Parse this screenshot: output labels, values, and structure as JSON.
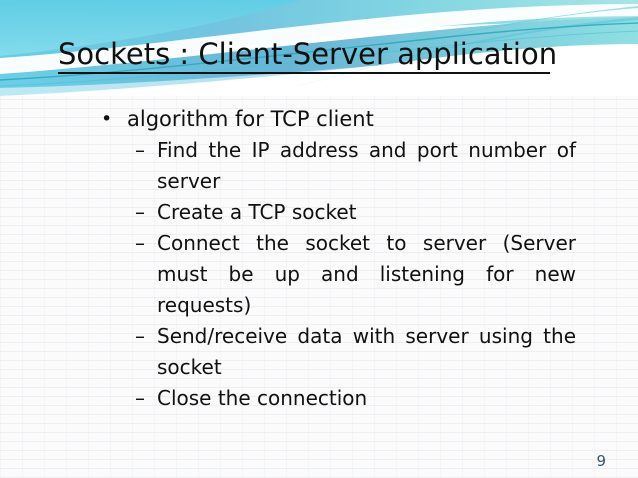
{
  "slide": {
    "title": "Sockets : Client-Server application",
    "page_number": "9",
    "accent_colors": {
      "wave_cyan": "#6fd2e6",
      "wave_blue": "#69b7d6",
      "wave_aqua": "#8fe0e0",
      "wave_teal_line": "#27a9b8",
      "background": "#fbfbfc",
      "text": "#111111",
      "page_number": "#33566a"
    },
    "content": [
      {
        "level": 1,
        "marker": "•",
        "text": "algorithm for TCP client",
        "justify": false
      },
      {
        "level": 2,
        "marker": "–",
        "text": "Find the IP address and port number of server",
        "justify": true
      },
      {
        "level": 2,
        "marker": "–",
        "text": "Create a TCP socket",
        "justify": false
      },
      {
        "level": 2,
        "marker": "–",
        "text": "Connect the socket to server (Server must be up and listening for new requests)",
        "justify": true
      },
      {
        "level": 2,
        "marker": "–",
        "text": "Send/receive data with server using the socket",
        "justify": true
      },
      {
        "level": 2,
        "marker": "–",
        "text": "Close the connection",
        "justify": false
      }
    ]
  }
}
